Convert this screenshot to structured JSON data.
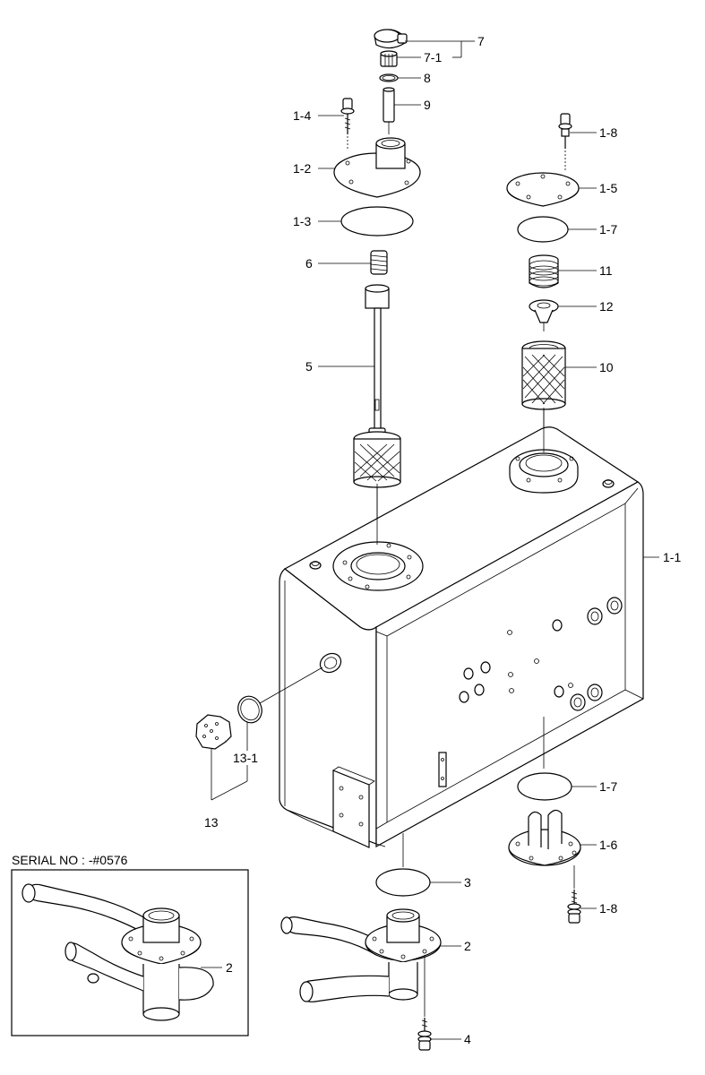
{
  "serial_note": "SERIAL NO : -#0576",
  "callouts": {
    "c7": "7",
    "c7_1": "7-1",
    "c8": "8",
    "c9": "9",
    "c1_4": "1-4",
    "c1_2": "1-2",
    "c1_3": "1-3",
    "c6": "6",
    "c5": "5",
    "c1_8_top": "1-8",
    "c1_5": "1-5",
    "c1_7_top": "1-7",
    "c11": "11",
    "c12": "12",
    "c10": "10",
    "c1_1": "1-1",
    "c13_1": "13-1",
    "c13": "13",
    "c1_7_bottom": "1-7",
    "c1_6": "1-6",
    "c1_8_bottom": "1-8",
    "c3": "3",
    "c2_main": "2",
    "c4": "4",
    "c2_inset": "2"
  }
}
